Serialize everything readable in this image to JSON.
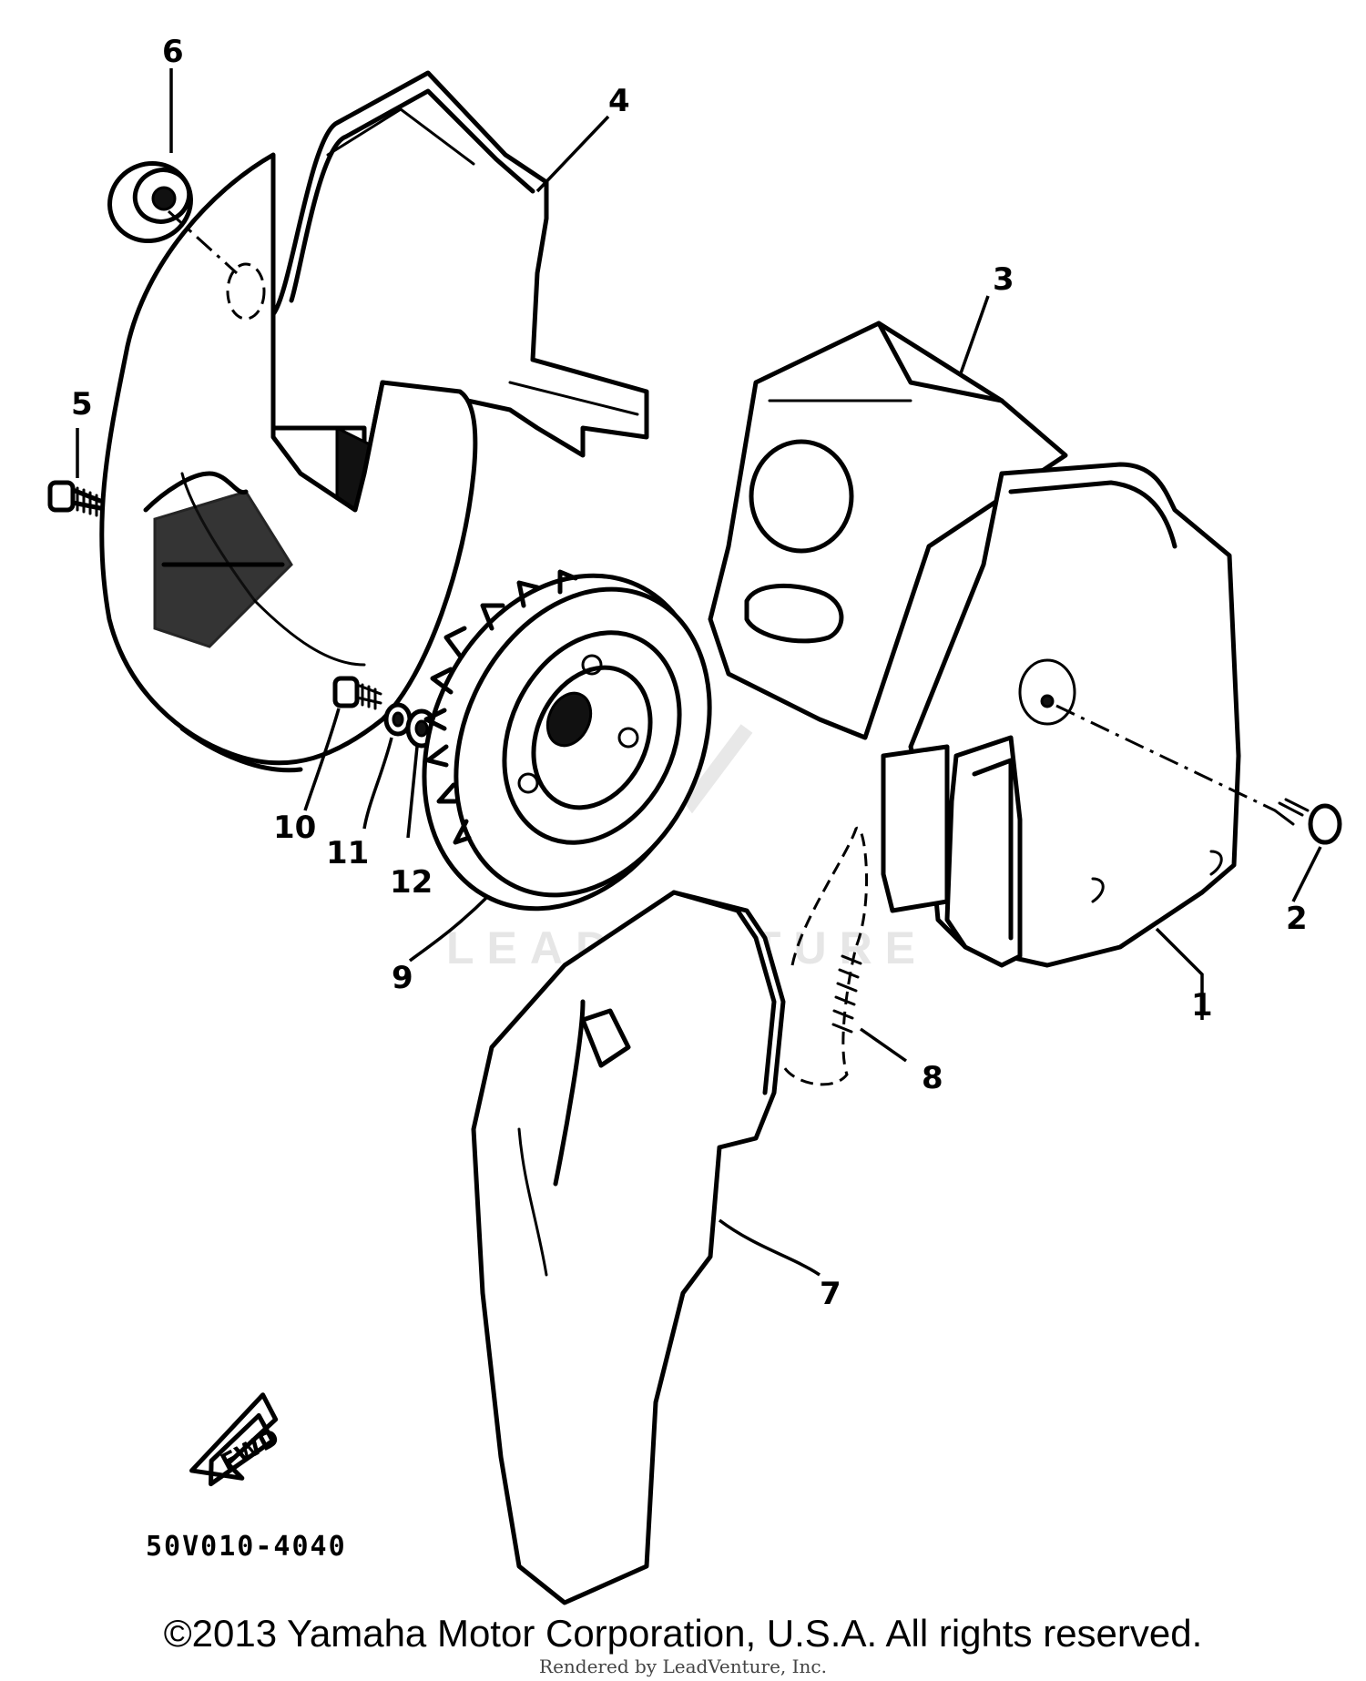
{
  "diagram": {
    "code": "50V010-4040",
    "watermark": "LEADVENTURE",
    "fwd_label": "FWD",
    "callouts": [
      {
        "id": "1",
        "label": "1"
      },
      {
        "id": "2",
        "label": "2"
      },
      {
        "id": "3",
        "label": "3"
      },
      {
        "id": "4",
        "label": "4"
      },
      {
        "id": "5",
        "label": "5"
      },
      {
        "id": "6",
        "label": "6"
      },
      {
        "id": "7",
        "label": "7"
      },
      {
        "id": "8",
        "label": "8"
      },
      {
        "id": "9",
        "label": "9"
      },
      {
        "id": "10",
        "label": "10"
      },
      {
        "id": "11",
        "label": "11"
      },
      {
        "id": "12",
        "label": "12"
      }
    ]
  },
  "footer": {
    "copyright": "©2013 Yamaha Motor Corporation, U.S.A. All rights reserved.",
    "rendered_by": "Rendered by LeadVenture, Inc."
  }
}
